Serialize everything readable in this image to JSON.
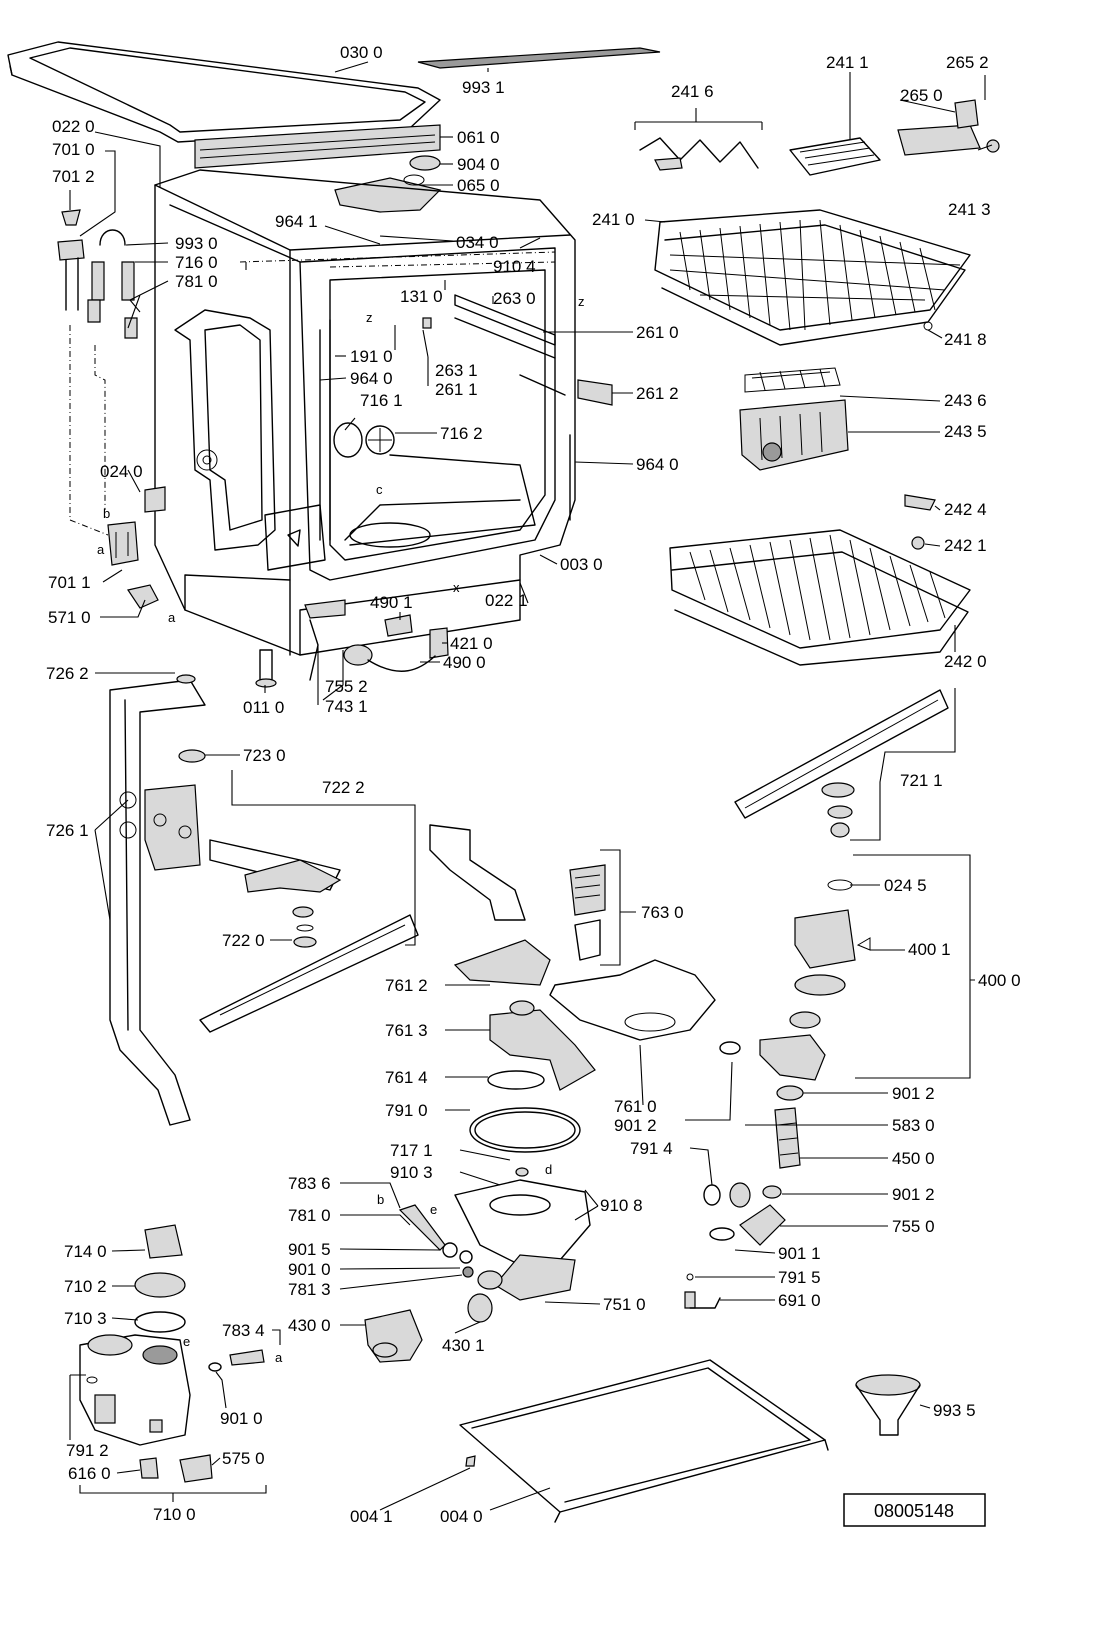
{
  "document_number": "08005148",
  "letters": {
    "a": "a",
    "b": "b",
    "c": "c",
    "d": "d",
    "e": "e",
    "x": "x",
    "z": "z"
  },
  "labels": {
    "p0300": "030 0",
    "p9931": "993 1",
    "p0220": "022 0",
    "p0610": "061 0",
    "p7010": "701 0",
    "p9040": "904 0",
    "p0650": "065 0",
    "p7012": "701 2",
    "p9641": "964 1",
    "p0340": "034 0",
    "p9930": "993 0",
    "p7160": "716 0",
    "p9104": "910 4",
    "p7810a": "781 0",
    "p1310": "131 0",
    "p2630": "263 0",
    "p2610": "261 0",
    "p1910": "191 0",
    "p2631": "263 1",
    "p9640a": "964 0",
    "p2611": "261 1",
    "p2612": "261 2",
    "p7161": "716 1",
    "p7162": "716 2",
    "p9640b": "964 0",
    "p0240": "024 0",
    "p0030": "003 0",
    "p7011": "701 1",
    "p0221": "022 1",
    "p5710": "571 0",
    "p4901": "490 1",
    "p4210": "421 0",
    "p4900": "490 0",
    "p7262": "726 2",
    "p7552": "755 2",
    "p0110": "011 0",
    "p7431": "743 1",
    "p2416": "241 6",
    "p2411": "241 1",
    "p2652": "265 2",
    "p2650": "265 0",
    "p2413": "241 3",
    "p2410": "241 0",
    "p2418": "241 8",
    "p2436": "243 6",
    "p2435": "243 5",
    "p2424": "242 4",
    "p2421": "242 1",
    "p2420": "242 0",
    "p7230": "723 0",
    "p7222": "722 2",
    "p7261": "726 1",
    "p7220": "722 0",
    "p7211": "721 1",
    "p7630": "763 0",
    "p0245": "024 5",
    "p4001": "400 1",
    "p4000": "400 0",
    "p7612": "761 2",
    "p7613": "761 3",
    "p7614": "761 4",
    "p7910": "791 0",
    "p7610": "761 0",
    "p9012a": "901 2",
    "p9012b": "901 2",
    "p5830": "583 0",
    "p7914": "791 4",
    "p4500": "450 0",
    "p7171": "717 1",
    "p9103": "910 3",
    "p9108": "910 8",
    "p9012c": "901 2",
    "p7836": "783 6",
    "p7810b": "781 0",
    "p7550": "755 0",
    "p9015": "901 5",
    "p9011": "901 1",
    "p9010a": "901 0",
    "p7915": "791 5",
    "p7813": "781 3",
    "p7510": "751 0",
    "p6910": "691 0",
    "p7140": "714 0",
    "p7102": "710 2",
    "p7103": "710 3",
    "p7834": "783 4",
    "p4300": "430 0",
    "p4301": "430 1",
    "p9010b": "901 0",
    "p7912": "791 2",
    "p5750": "575 0",
    "p6160": "616 0",
    "p9935": "993 5",
    "p0041": "004 1",
    "p0040": "004 0",
    "p7100": "710 0"
  }
}
